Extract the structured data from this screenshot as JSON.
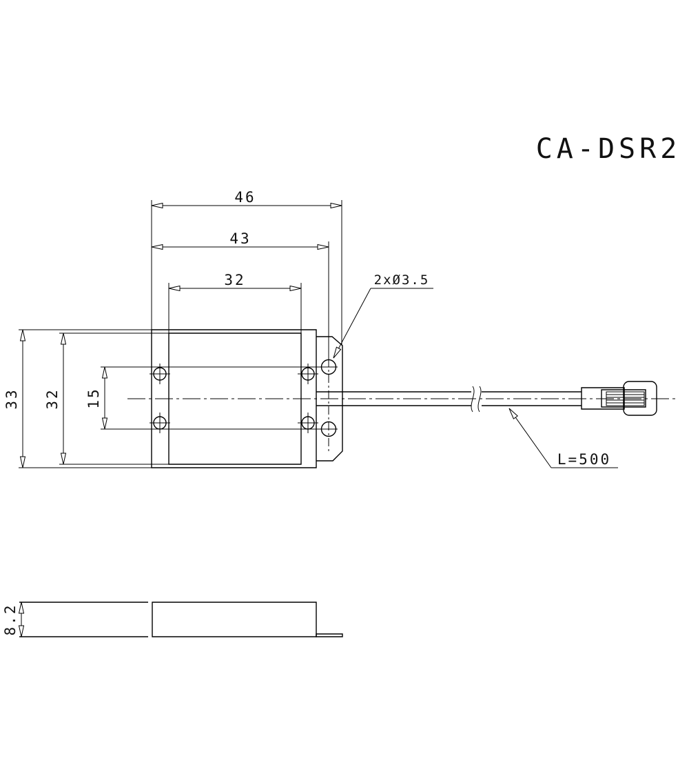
{
  "title": "CA-DSR2",
  "colors": {
    "line": "#000000",
    "background": "#ffffff"
  },
  "top_view": {
    "dim_overall_width": "46",
    "dim_hole_offset": "43",
    "dim_body_width": "32",
    "dim_overall_height": "33",
    "dim_body_height": "32",
    "dim_hole_spacing": "15",
    "label_mount_holes": "2xØ3.5",
    "label_cable_length": "L=500"
  },
  "side_view": {
    "dim_thickness": "8.2"
  }
}
